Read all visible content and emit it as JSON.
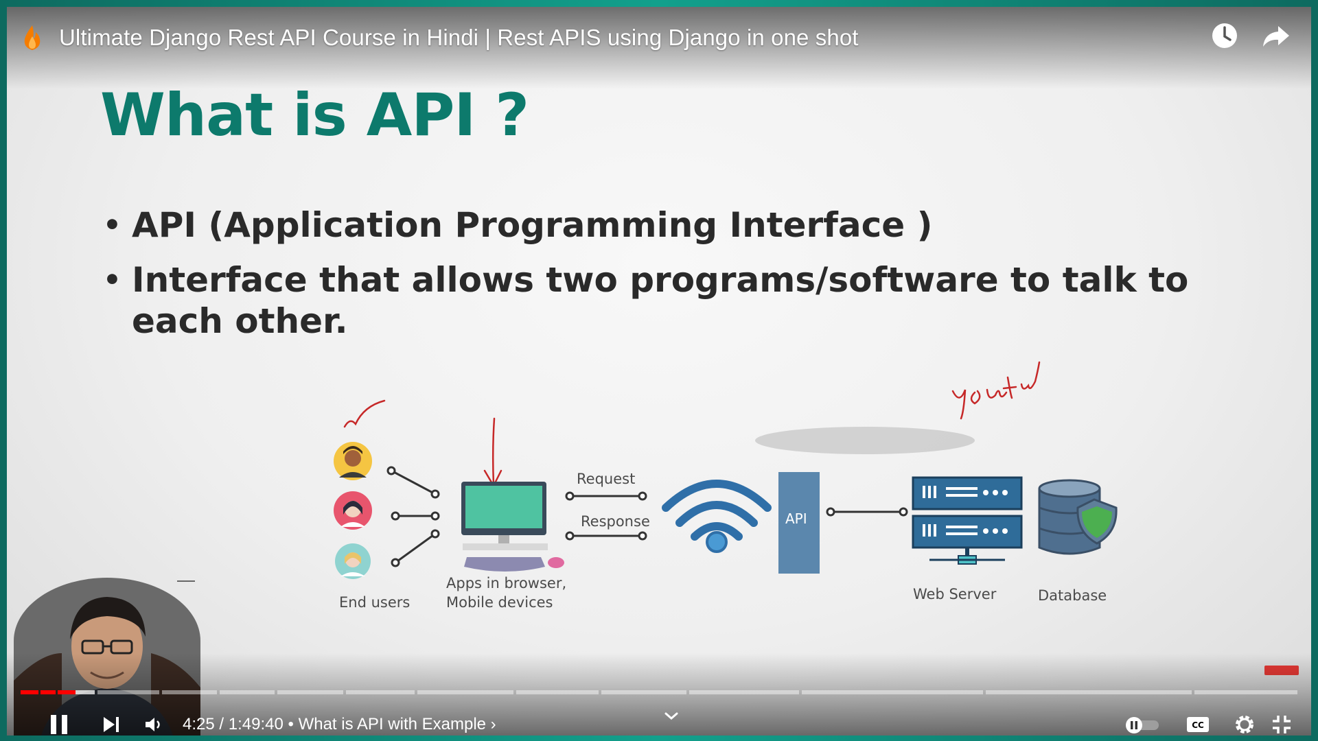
{
  "video": {
    "title": "Ultimate Django Rest API Course in Hindi | Rest APIS using Django in one shot"
  },
  "slide": {
    "heading": "What is API ?",
    "bullets": [
      "API (Application Programming Interface )",
      "Interface that allows two programs/software to talk to each other."
    ],
    "diagram": {
      "end_users_label": "End users",
      "apps_label_line1": "Apps in browser,",
      "apps_label_line2": "Mobile devices",
      "request_label": "Request",
      "response_label": "Response",
      "api_box_label": "API",
      "web_server_label": "Web Server",
      "database_label": "Database"
    }
  },
  "controls": {
    "current_time": "4:25",
    "duration": "1:49:40",
    "separator": " / ",
    "chapter_prefix": " • ",
    "chapter": "What is API with Example",
    "chapter_chevron": "›",
    "progress_fraction": 0.04
  },
  "icons": {
    "flame": "flame-icon",
    "watch_later": "clock-icon",
    "share": "share-icon",
    "pause": "pause-icon",
    "next": "next-icon",
    "volume": "volume-icon",
    "autoplay": "autoplay-toggle-icon",
    "captions": "cc-icon",
    "settings": "gear-icon",
    "exit_fullscreen": "exit-fullscreen-icon",
    "chevron_down": "chevron-down-icon"
  },
  "colors": {
    "accent_teal": "#0d7a6c",
    "progress_red": "#ff0000",
    "api_box": "#5b87ad",
    "server_blue": "#2f6c99",
    "shield_green": "#4caf50"
  }
}
